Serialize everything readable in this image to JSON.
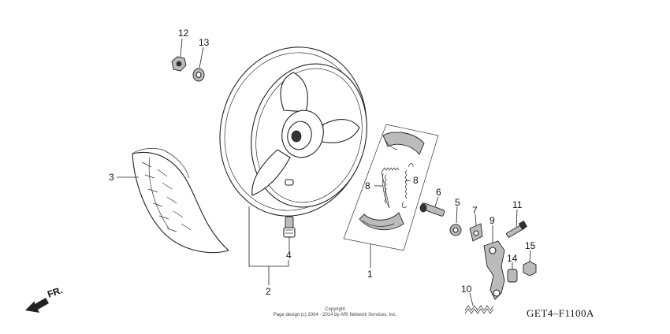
{
  "callouts": {
    "c1": "1",
    "c2": "2",
    "c3": "3",
    "c4": "4",
    "c5": "5",
    "c6": "6",
    "c7": "7",
    "c8a": "8",
    "c8b": "8",
    "c9": "9",
    "c10": "10",
    "c11": "11",
    "c12": "12",
    "c13": "13",
    "c14": "14",
    "c15": "15"
  },
  "front_indicator": "FR.",
  "diagram_code": "GET4–F1100A",
  "copyright": {
    "line1": "Copyright",
    "line2": "Page design (c) 2004 - 2014 by ARI Network Services, Inc."
  }
}
